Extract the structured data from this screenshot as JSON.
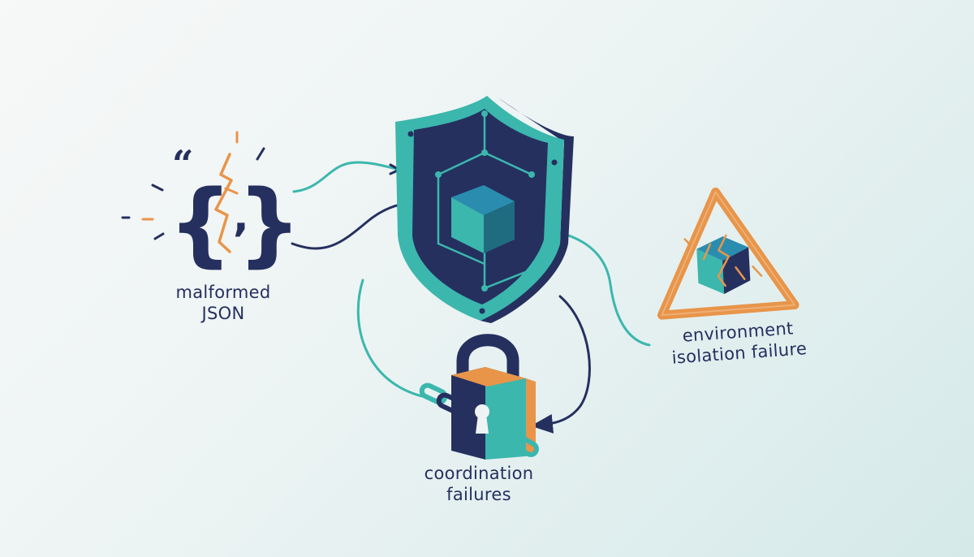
{
  "labels": {
    "malformed_json": [
      "malformed",
      "JSON"
    ],
    "environment_isolation": [
      "environment",
      "isolation failure"
    ],
    "coordination": [
      "coordination",
      "failures"
    ]
  },
  "icons": {
    "center": "shield-with-cube-icon",
    "left": "broken-json-braces-icon",
    "right": "warning-triangle-broken-cube-icon",
    "bottom": "padlock-with-broken-chain-icon"
  },
  "colors": {
    "navy": "#25305f",
    "teal": "#3bb7ad",
    "dark_teal": "#1f6c80",
    "orange": "#e8954a",
    "background": "#eef4f4"
  }
}
